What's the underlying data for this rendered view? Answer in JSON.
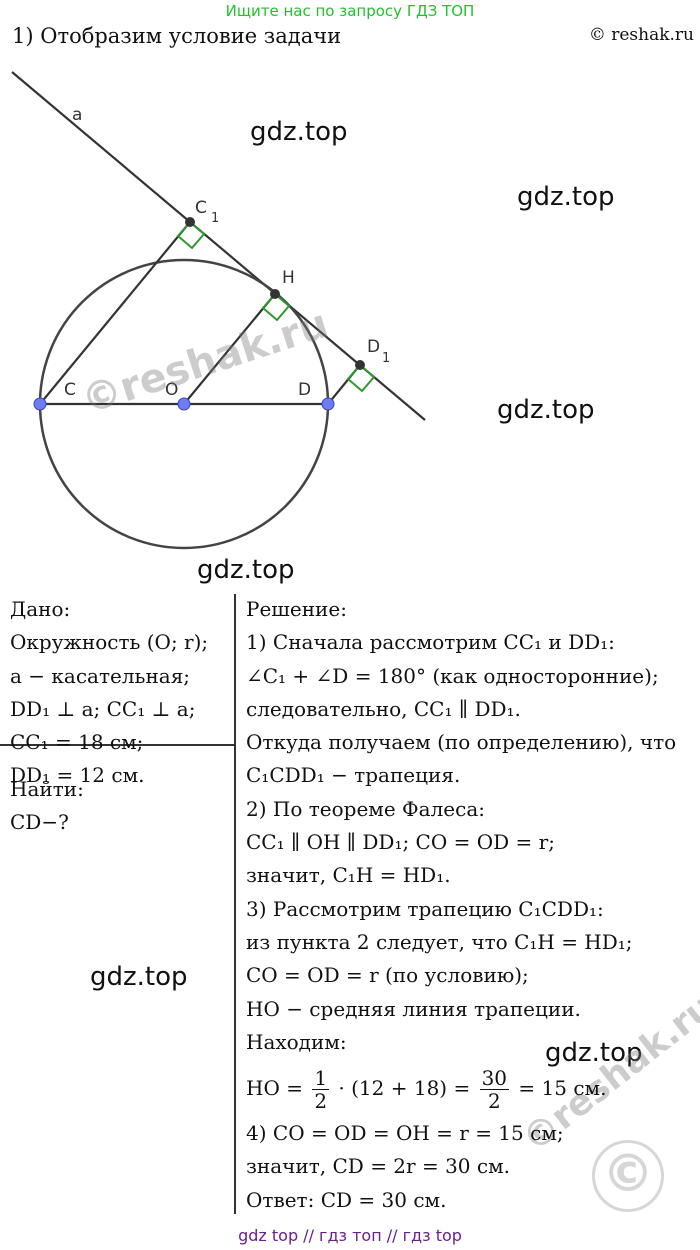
{
  "banner": "Ищите нас по запросу ГДЗ ТОП",
  "heading": "1) Отобразим условие задачи",
  "copyright": "© reshak.ru",
  "watermarks": {
    "gdz": "gdz.top",
    "reshak": "©reshak.ru",
    "copy_symbol": "©"
  },
  "figure": {
    "labels": {
      "a": "a",
      "C1": "C",
      "C1_sub": "1",
      "H": "H",
      "D1": "D",
      "D1_sub": "1",
      "C": "C",
      "O": "O",
      "D": "D"
    },
    "colors": {
      "line": "#333333",
      "circle": "#444444",
      "blue_point": "#6f7cf0",
      "dark_point": "#333333",
      "right_angle": "#2e9a2e"
    }
  },
  "given": {
    "title": "Дано:",
    "lines": [
      "Окружность (O; r);",
      "a − касательная;",
      "DD₁ ⊥ a;  CC₁ ⊥ a;",
      "CC₁ = 18 см;",
      "DD₁ = 12 см."
    ]
  },
  "find": {
    "title": "Найти:",
    "lines": [
      "CD−?"
    ]
  },
  "solution": {
    "title": "Решение:",
    "lines": [
      "1) Сначала рассмотрим CC₁ и  DD₁:",
      "∠C₁ + ∠D = 180° (как односторонние);",
      "следовательно,  CC₁ ∥ DD₁.",
      "Откуда получаем (по определению), что",
      "C₁CDD₁ − трапеция.",
      "2) По теореме Фалеса:",
      "CC₁ ∥ OH ∥ DD₁;  CO = OD = r;",
      "значит, C₁H = HD₁.",
      "3) Рассмотрим трапецию C₁CDD₁:",
      "из пункта 2 следует, что C₁H = HD₁;",
      "CO = OD = r (по условию);",
      "HO − средняя линия трапеции.",
      "Находим:"
    ],
    "formula": {
      "lhs": "HO =",
      "f1_num": "1",
      "f1_den": "2",
      "mid": "· (12 + 18) =",
      "f2_num": "30",
      "f2_den": "2",
      "rhs": "= 15 см."
    },
    "lines_after": [
      "4) CO = OD = OH = r = 15 см;",
      "значит, CD = 2r = 30 см.",
      "Ответ: CD = 30 см."
    ]
  },
  "bottom": "gdz top  //  гдз топ  //  гдз top"
}
